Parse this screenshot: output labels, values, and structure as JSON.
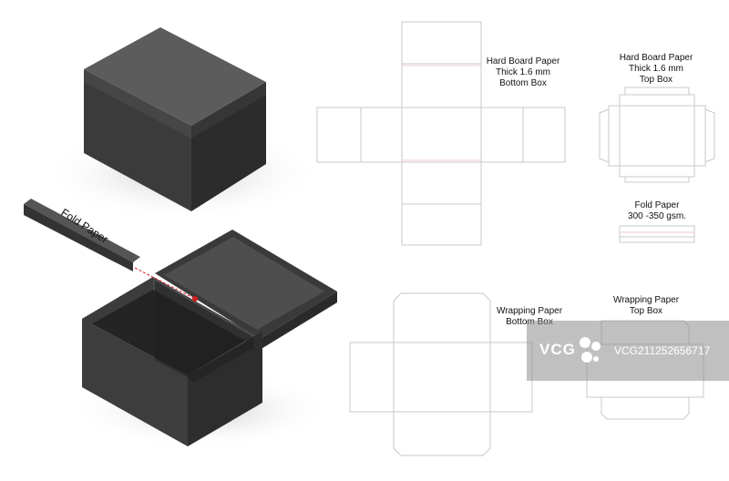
{
  "labels": {
    "fold_paper_title": "Fold Paper",
    "bottom_board": [
      "Hard Board Paper",
      "Thick 1.6 mm",
      "Bottom Box"
    ],
    "top_board": [
      "Hard Board Paper",
      "Thick 1.6 mm",
      "Top Box"
    ],
    "fold_paper_spec": [
      "Fold Paper",
      "300 -350 gsm."
    ],
    "wrap_bottom": [
      "Wrapping Paper",
      "Bottom Box"
    ],
    "wrap_top": [
      "Wrapping Paper",
      "Top Box"
    ]
  },
  "watermark": {
    "logo": "VCG",
    "id": "VCG211252656717"
  },
  "colors": {
    "box_top": "#5a5a5a",
    "box_left": "#3d3d3d",
    "box_right": "#2f2f2f",
    "dieline": "#c9c9c9",
    "fold_marker": "#d22020"
  }
}
